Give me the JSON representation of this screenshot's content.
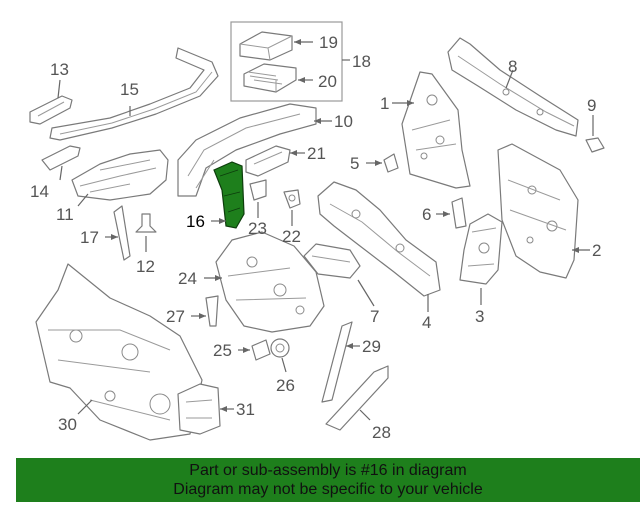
{
  "callouts": {
    "c1": "1",
    "c2": "2",
    "c3": "3",
    "c4": "4",
    "c5": "5",
    "c6": "6",
    "c7": "7",
    "c8": "8",
    "c9": "9",
    "c10": "10",
    "c11": "11",
    "c12": "12",
    "c13": "13",
    "c14": "14",
    "c15": "15",
    "c16": "16",
    "c17": "17",
    "c18": "18",
    "c19": "19",
    "c20": "20",
    "c21": "21",
    "c22": "22",
    "c23": "23",
    "c24": "24",
    "c25": "25",
    "c26": "26",
    "c27": "27",
    "c28": "28",
    "c29": "29",
    "c30": "30",
    "c31": "31"
  },
  "highlight": {
    "part": "16",
    "color": "#1e7f1c"
  },
  "banner": {
    "line1": "Part or sub-assembly is #16 in diagram",
    "line2": "Diagram may not be specific to your vehicle",
    "background": "#1e7f1c"
  }
}
